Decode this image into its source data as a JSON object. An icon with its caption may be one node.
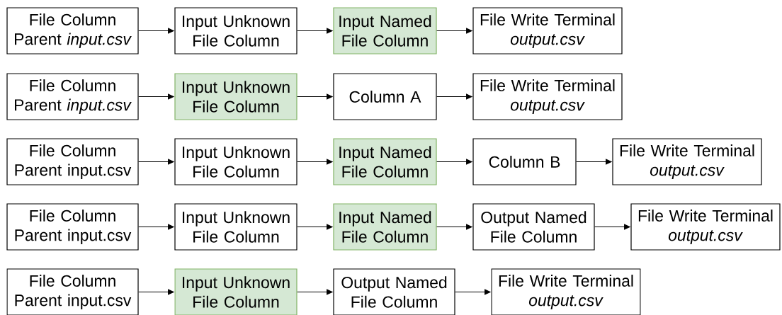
{
  "diagram": {
    "nodes": [
      {
        "text": [
          "File Column Parent *input.csv*"
        ]
      },
      {
        "text": [
          "Input Unknown File Column"
        ]
      },
      {
        "text": [
          "Input Named File Column"
        ]
      },
      {
        "text": [
          "File Write Terminal *output.csv*"
        ]
      },
      {
        "text": [
          "File Column Parent *input.csv*"
        ]
      },
      {
        "text": [
          "Input Unknown File Column"
        ]
      },
      {
        "text": [
          "Column A"
        ]
      },
      {
        "text": [
          "File Write Terminal *output.csv*"
        ]
      },
      {
        "text": [
          "File Column Parent input.csv"
        ]
      },
      {
        "text": [
          "Input Unknown File Column"
        ]
      },
      {
        "text": [
          "Input Named File Column"
        ]
      },
      {
        "text": [
          "Column B"
        ]
      },
      {
        "text": [
          "File Write Terminal *output.csv*"
        ]
      },
      {
        "text": [
          "File Column Parent input.csv"
        ]
      },
      {
        "text": [
          "Input Unknown File Column"
        ]
      },
      {
        "text": [
          "Input Named File Column"
        ]
      },
      {
        "text": [
          "Output Named File Column"
        ]
      },
      {
        "text": [
          "File Write Terminal *output.csv*"
        ]
      },
      {
        "text": [
          "File Column Parent input.csv"
        ]
      },
      {
        "text": [
          "Input Unknown File Column"
        ]
      },
      {
        "text": [
          "Output Named File Column"
        ]
      },
      {
        "text": [
          "File Write Terminal *output.csv*"
        ]
      }
    ],
    "edges": [
      {
        "from": 0,
        "to": 1,
        "arrow": "to"
      },
      {
        "from": 1,
        "to": 2,
        "arrow": "to"
      },
      {
        "from": 2,
        "to": 3,
        "arrow": "to"
      },
      {
        "from": 4,
        "to": 5,
        "arrow": "to"
      },
      {
        "from": 5,
        "to": 6,
        "arrow": "to"
      },
      {
        "from": 6,
        "to": 7,
        "arrow": "to"
      },
      {
        "from": 8,
        "to": 9,
        "arrow": "to"
      },
      {
        "from": 9,
        "to": 10,
        "arrow": "to"
      },
      {
        "from": 10,
        "to": 11,
        "arrow": "to"
      },
      {
        "from": 11,
        "to": 12,
        "arrow": "to"
      },
      {
        "from": 13,
        "to": 14,
        "arrow": "to"
      },
      {
        "from": 14,
        "to": 15,
        "arrow": "to"
      },
      {
        "from": 15,
        "to": 16,
        "arrow": "to"
      },
      {
        "from": 16,
        "to": 17,
        "arrow": "to"
      },
      {
        "from": 18,
        "to": 19,
        "arrow": "to"
      },
      {
        "from": 19,
        "to": 20,
        "arrow": "to"
      },
      {
        "from": 20,
        "to": 21,
        "arrow": "to"
      }
    ]
  }
}
